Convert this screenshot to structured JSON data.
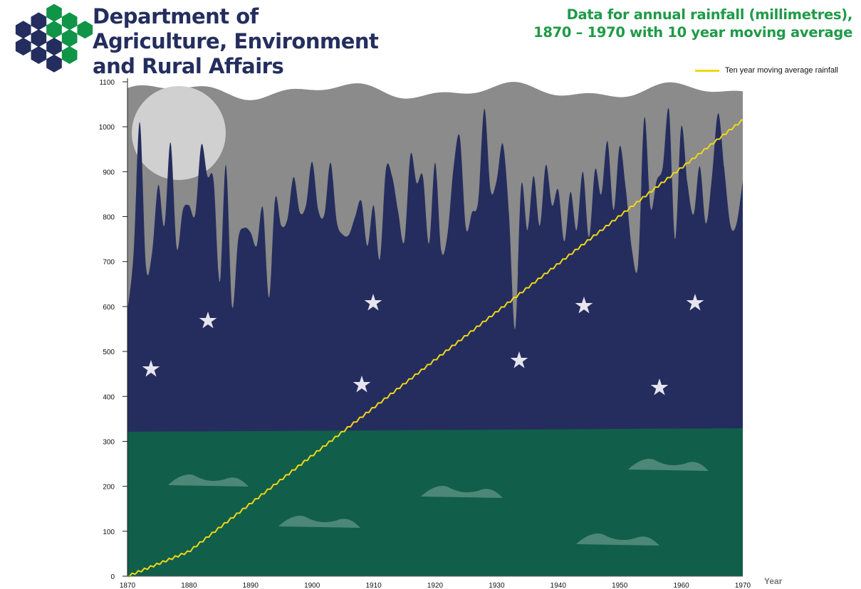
{
  "logo": {
    "lines": [
      "Department  of",
      "Agriculture, Environment",
      "and Rural Affairs"
    ]
  },
  "title": {
    "line1": "Data for annual rainfall (millimetres),",
    "line2": "1870 – 1970 with 10 year moving average"
  },
  "legend": {
    "label": "Ten year moving average rainfall"
  },
  "colors": {
    "sky": "#8a8b8a",
    "rain": "#252d5e",
    "ground": "#115e4a",
    "moon": "#d0d0d0",
    "star": "#e6e4ee",
    "hill": "#4c8777",
    "average": "#f0d817",
    "title": "#1f9a48",
    "logo_navy": "#242e5e",
    "logo_green": "#0f9448"
  },
  "chart_data": {
    "type": "area",
    "title": "Data for annual rainfall (millimetres), 1870 – 1970 with 10 year moving average",
    "xlabel": "Year",
    "ylabel": "",
    "xlim": [
      1870,
      1970
    ],
    "ylim": [
      0,
      1100
    ],
    "x_ticks": [
      "1870",
      "1880",
      "1890",
      "1900",
      "1910",
      "1920",
      "1930",
      "1940",
      "1950",
      "1960",
      "1970"
    ],
    "y_ticks": [
      "0",
      "100",
      "200",
      "300",
      "400",
      "500",
      "600",
      "700",
      "800",
      "900",
      "1000",
      "1100"
    ],
    "legend_position": "top-right",
    "series": [
      {
        "name": "Annual rainfall",
        "start_year": 1870,
        "values": [
          590,
          720,
          1010,
          690,
          720,
          870,
          780,
          965,
          730,
          815,
          825,
          805,
          960,
          890,
          880,
          655,
          915,
          600,
          750,
          775,
          765,
          735,
          820,
          620,
          840,
          780,
          795,
          888,
          810,
          825,
          922,
          815,
          805,
          920,
          790,
          760,
          760,
          800,
          835,
          735,
          825,
          705,
          905,
          890,
          810,
          745,
          938,
          875,
          890,
          740,
          920,
          725,
          760,
          910,
          978,
          775,
          810,
          835,
          1040,
          860,
          880,
          962,
          805,
          550,
          870,
          770,
          890,
          780,
          915,
          825,
          860,
          745,
          855,
          770,
          900,
          755,
          905,
          850,
          968,
          815,
          957,
          860,
          725,
          695,
          1020,
          820,
          880,
          910,
          1038,
          750,
          1000,
          875,
          805,
          912,
          785,
          890,
          1030,
          905,
          780,
          785,
          880
        ]
      },
      {
        "name": "Ten year moving average rainfall",
        "points": [
          [
            1870,
            0
          ],
          [
            1880,
            55
          ],
          [
            1970,
            1015
          ]
        ]
      }
    ]
  }
}
